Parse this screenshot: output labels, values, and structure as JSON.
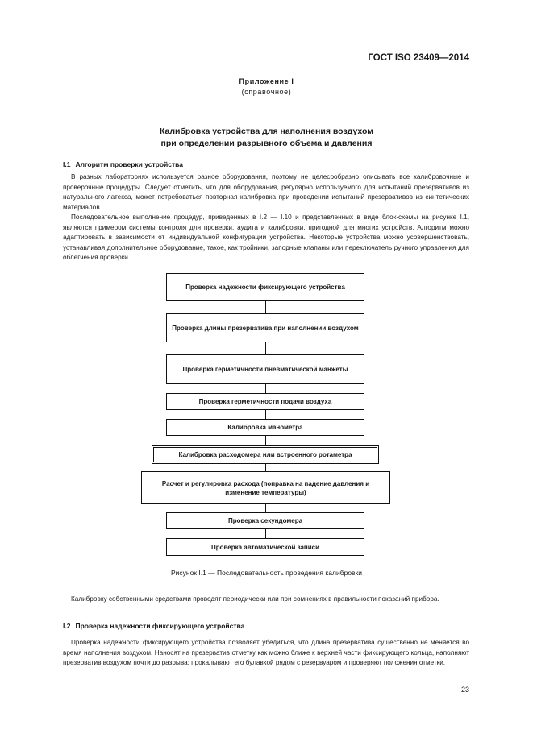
{
  "header": {
    "standard": "ГОСТ ISO 23409—2014"
  },
  "annex": {
    "title": "Приложение I",
    "subtitle": "(справочное)"
  },
  "main_title": {
    "line1": "Калибровка устройства для наполнения воздухом",
    "line2": "при определении разрывного объема и давления"
  },
  "section1": {
    "number": "I.1",
    "title": "Алгоритм проверки устройства",
    "paragraphs": [
      "В разных лабораториях используется разное оборудования, поэтому не целесообразно описывать все калибровочные и проверочные процедуры. Следует отметить, что для оборудования, регулярно используемого для испытаний презервативов из натурального латекса, может потребоваться повторная калибровка при проведении испытаний презервативов из синтетических материалов.",
      "Последовательное выполнение процедур, приведенных в I.2 — I.10 и представленных в виде блок-схемы на рисунке I.1, являются примером системы контроля для проверки, аудита и калибровки, пригодной для многих устройств. Алгоритм можно адаптировать в зависимости от индивидуальной конфигурации устройства. Некоторые устройства можно усовершенствовать, устанавливая дополнительное оборудование, такое, как тройники, запорные клапаны или переключатель ручного управления для облегчения проверки."
    ]
  },
  "flowchart": {
    "steps": [
      "Проверка надежности фиксирующего устройства",
      "Проверка длины презерватива при наполнении воздухом",
      "Проверка герметичности пневматической манжеты",
      "Проверка герметичности подачи воздуха",
      "Калибровка манометра",
      "Калибровка расходомера или встроенного ротаметра",
      "Расчет и регулировка расхода (поправка на падение давления и изменение температуры)",
      "Проверка секундомера",
      "Проверка автоматической записи"
    ],
    "caption": "Рисунок I.1 — Последовательность проведения калибровки"
  },
  "after_figure": {
    "paragraph": "Калибровку собственными средствами проводят периодически или при сомнениях в правильности показаний прибора."
  },
  "section2": {
    "number": "I.2",
    "title": "Проверка надежности фиксирующего устройства",
    "paragraph": "Проверка надежности фиксирующего устройства позволяет убедиться, что длина презерватива существенно не меняется во время наполнения воздухом. Наносят на презерватив отметку как можно ближе к верхней части фиксирующего кольца, наполняют презерватив воздухом почти до разрыва; прокалывают его булавкой рядом с резервуаром и проверяют положения отметки."
  },
  "footer": {
    "page_number": "23"
  }
}
